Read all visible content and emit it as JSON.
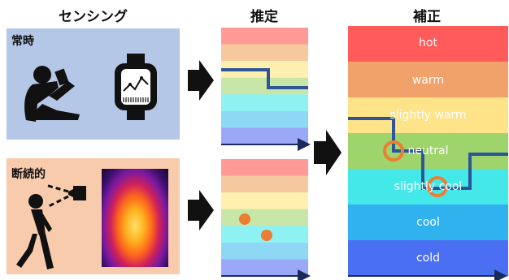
{
  "headings": {
    "sensing": "センシング",
    "estimation": "推定",
    "correction": "補正"
  },
  "panels": {
    "constant": {
      "label": "常時"
    },
    "intermittent": {
      "label": "断続的"
    }
  },
  "correction_levels": [
    "hot",
    "warm",
    "slightly warm",
    "neutral",
    "slightly cool",
    "cool",
    "cold"
  ],
  "colors": {
    "panel_constant_bg": "#b4c7e7",
    "panel_intermittent_bg": "#f8cbad",
    "step_line": "#2e5597",
    "dot": "#ed7d31",
    "bands_strong": [
      "#ff5b5b",
      "#f1a26a",
      "#ffe389",
      "#9ed46b",
      "#44e8e8",
      "#2fb2ee",
      "#4b6ff2"
    ],
    "bands_pale": [
      "#ff9a96",
      "#f6c8a0",
      "#fff0b0",
      "#c7e6a8",
      "#8ff2f2",
      "#8ed8f6",
      "#9aa8f7"
    ]
  }
}
